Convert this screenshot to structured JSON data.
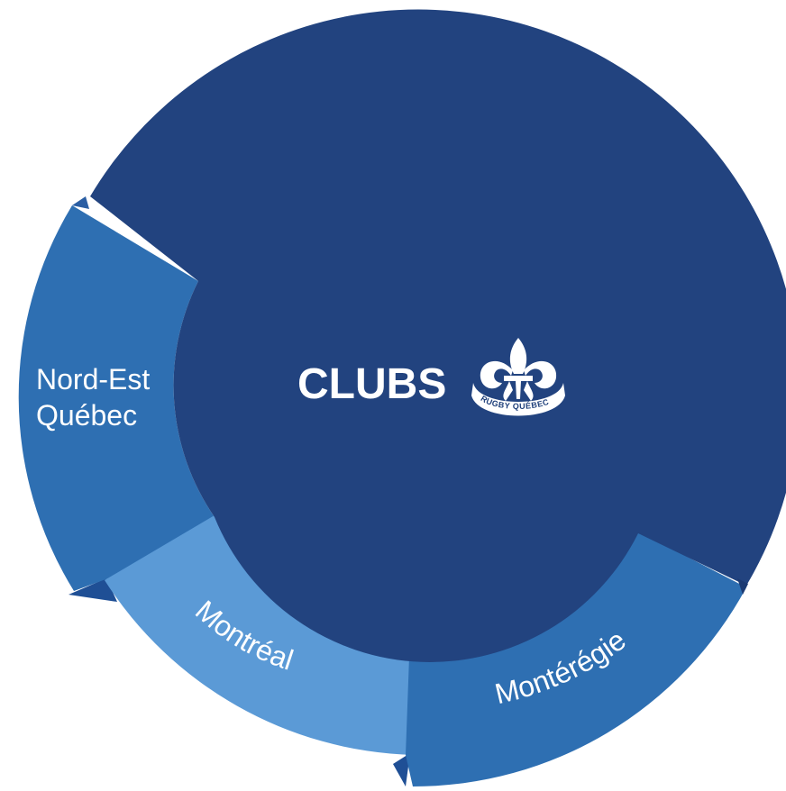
{
  "diagram": {
    "center": {
      "label": "CLUBS"
    },
    "logo": {
      "name": "fleur-de-lis-logo",
      "text": "RUGBY QUÉBEC"
    },
    "segments": [
      {
        "id": "nord-est",
        "label_lines": [
          "Nord-Est",
          "Québec"
        ]
      },
      {
        "id": "montreal",
        "label": "Montréal"
      },
      {
        "id": "monteregie",
        "label": "Montérégie"
      }
    ],
    "colors": {
      "center": "#22437f",
      "center_dark": "#1c3a72",
      "segment_mid": "#2e6fb2",
      "segment_light": "#5b9ad6",
      "segment_shadow": "#1f4f95",
      "text": "#ffffff"
    }
  }
}
